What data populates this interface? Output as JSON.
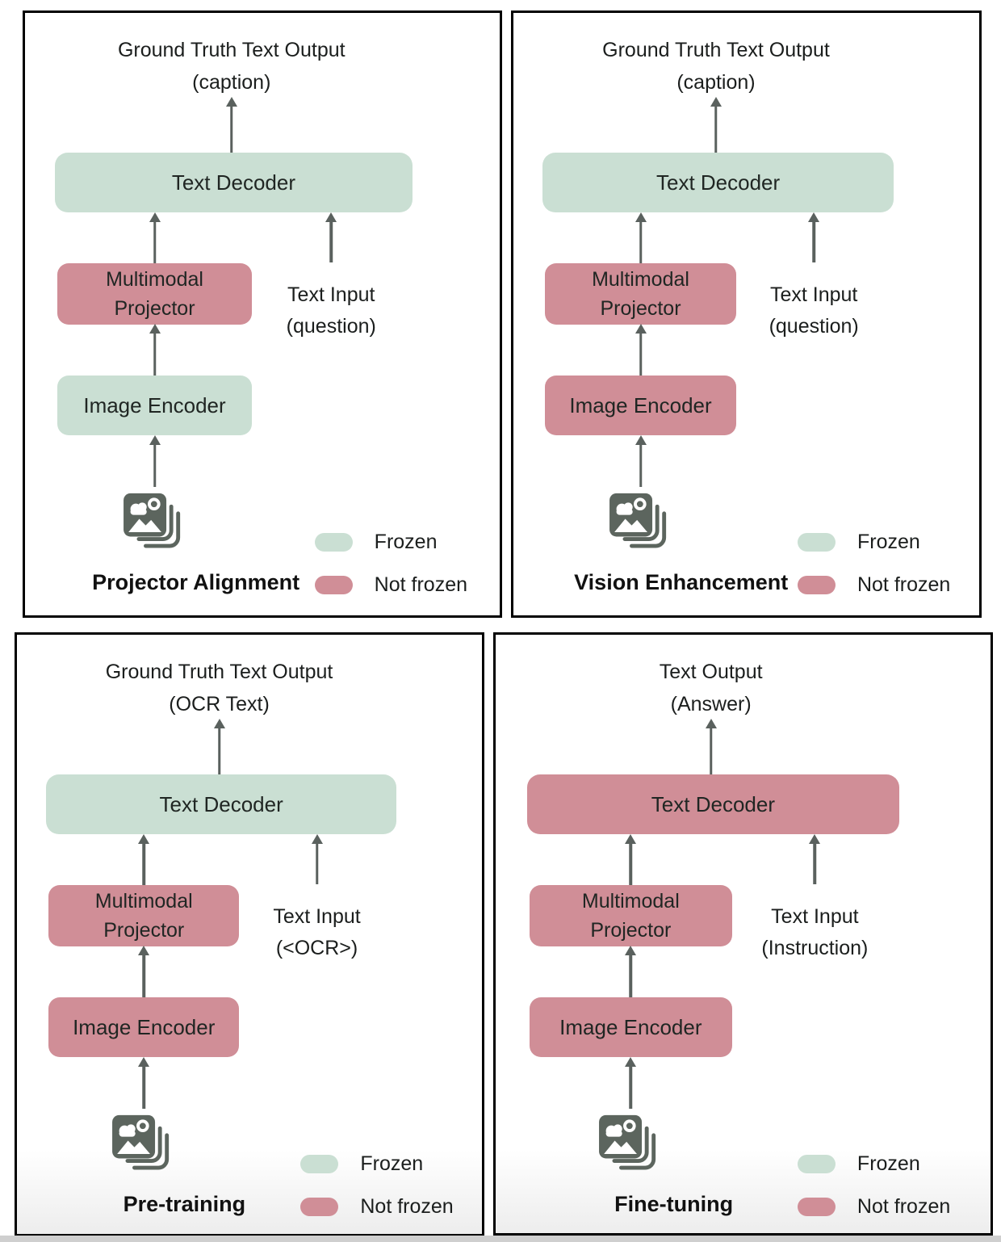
{
  "colors": {
    "frozen": "#cadfd3",
    "not_frozen": "#d08e97",
    "arrow": "#5a615e",
    "icon_gray": "#5c655e",
    "panel_border": "#000000",
    "text": "#1b1e1d"
  },
  "legend": {
    "frozen": "Frozen",
    "not_frozen": "Not frozen"
  },
  "panels": [
    {
      "name": "Projector Alignment",
      "output": {
        "line1": "Ground Truth Text Output",
        "line2": "(caption)"
      },
      "input": {
        "line1": "Text Input",
        "line2": "(question)"
      },
      "image_input_icon": "stacked-images-icon",
      "blocks": {
        "text_decoder": {
          "label": "Text Decoder",
          "state": "frozen"
        },
        "multimodal_projector": {
          "label_line1": "Multimodal",
          "label_line2": "Projector",
          "state": "not_frozen"
        },
        "image_encoder": {
          "label": "Image Encoder",
          "state": "frozen"
        }
      }
    },
    {
      "name": "Vision Enhancement",
      "output": {
        "line1": "Ground Truth Text Output",
        "line2": "(caption)"
      },
      "input": {
        "line1": "Text Input",
        "line2": "(question)"
      },
      "image_input_icon": "stacked-images-icon",
      "blocks": {
        "text_decoder": {
          "label": "Text Decoder",
          "state": "frozen"
        },
        "multimodal_projector": {
          "label_line1": "Multimodal",
          "label_line2": "Projector",
          "state": "not_frozen"
        },
        "image_encoder": {
          "label": "Image Encoder",
          "state": "not_frozen"
        }
      }
    },
    {
      "name": "Pre-training",
      "output": {
        "line1": "Ground Truth Text Output",
        "line2": "(OCR Text)"
      },
      "input": {
        "line1": "Text Input",
        "line2": "(<OCR>)"
      },
      "image_input_icon": "stacked-images-icon",
      "blocks": {
        "text_decoder": {
          "label": "Text Decoder",
          "state": "frozen"
        },
        "multimodal_projector": {
          "label_line1": "Multimodal",
          "label_line2": "Projector",
          "state": "not_frozen"
        },
        "image_encoder": {
          "label": "Image Encoder",
          "state": "not_frozen"
        }
      }
    },
    {
      "name": "Fine-tuning",
      "output": {
        "line1": "Text Output",
        "line2": "(Answer)"
      },
      "input": {
        "line1": "Text Input",
        "line2": "(Instruction)"
      },
      "image_input_icon": "stacked-images-icon",
      "blocks": {
        "text_decoder": {
          "label": "Text Decoder",
          "state": "not_frozen"
        },
        "multimodal_projector": {
          "label_line1": "Multimodal",
          "label_line2": "Projector",
          "state": "not_frozen"
        },
        "image_encoder": {
          "label": "Image Encoder",
          "state": "not_frozen"
        }
      }
    }
  ]
}
